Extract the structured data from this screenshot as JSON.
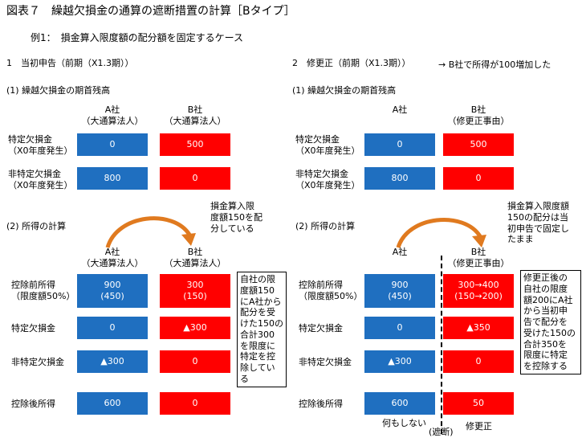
{
  "title": "図表７　繰越欠損金の通算の遮断措置の計算［Bタイプ］",
  "subtitle": "例1：　損金算入限度額の配分額を固定するケース",
  "left": {
    "header": "1　当初申告（前期（X1.3期））",
    "sec1_title": "(1) 繰越欠損金の期首残高",
    "colA": [
      "A社",
      "（大通算法人）"
    ],
    "colB": [
      "B社",
      "（大通算法人）"
    ],
    "row1_label": [
      "特定欠損金",
      "（X0年度発生）"
    ],
    "row2_label": [
      "非特定欠損金",
      "（X0年度発生）"
    ],
    "r1a": "0",
    "r1b": "500",
    "r2a": "800",
    "r2b": "0",
    "sec2_title": "(2) 所得の計算",
    "arrow_note": [
      "損金算入限",
      "度額150を配",
      "分している"
    ],
    "colA2": [
      "A社",
      "（大通算法人）"
    ],
    "colB2": [
      "B社",
      "（大通算法人）"
    ],
    "row3_label": [
      "控除前所得",
      "（限度額50%）"
    ],
    "row4_label": "特定欠損金",
    "row5_label": "非特定欠損金",
    "row6_label": "控除後所得",
    "r3a": [
      "900",
      "(450)"
    ],
    "r3b": [
      "300",
      "(150)"
    ],
    "r4a": "0",
    "r4b": "▲300",
    "r5a": "▲300",
    "r5b": "0",
    "r6a": "600",
    "r6b": "0",
    "note": [
      "自社の限",
      "度額150",
      "にA社から",
      "配分を受",
      "けた150の",
      "合計300",
      "を限度に",
      "特定を控",
      "除している"
    ]
  },
  "right": {
    "header": "2　修更正（前期（X1.3期））",
    "header_note": "→ B社で所得が100増加した",
    "sec1_title": "(1) 繰越欠損金の期首残高",
    "colA": [
      "A社"
    ],
    "colB": [
      "B社",
      "（修更正事由）"
    ],
    "row1_label": [
      "特定欠損金",
      "（X0年度発生）"
    ],
    "row2_label": [
      "非特定欠損金",
      "（X0年度発生）"
    ],
    "r1a": "0",
    "r1b": "500",
    "r2a": "800",
    "r2b": "0",
    "sec2_title": "(2) 所得の計算",
    "arrow_note": [
      "損金算入限度額",
      "150の配分は当",
      "初申告で固定し",
      "たまま"
    ],
    "colA2": [
      "A社"
    ],
    "colB2": [
      "B社",
      "（修更正事由）"
    ],
    "row3_label": [
      "控除前所得",
      "（限度額50%）"
    ],
    "row4_label": "特定欠損金",
    "row5_label": "非特定欠損金",
    "row6_label": "控除後所得",
    "r3a": [
      "900",
      "(450)"
    ],
    "r3b": [
      "300→400",
      "(150→200)"
    ],
    "r4a": "0",
    "r4b": "▲350",
    "r5a": "▲300",
    "r5b": "0",
    "r6a": "600",
    "r6b": "50",
    "note": [
      "修更正後の",
      "自社の限度",
      "額200にA社",
      "から当初申",
      "告で配分を",
      "受けた150の",
      "合計350を",
      "限度に特定",
      "を控除する"
    ],
    "bottom_a": "何もしない",
    "bottom_mid": "(遮断)",
    "bottom_b": "修更正"
  },
  "colors": {
    "blue": "#1f6fc0",
    "red": "#ff0000",
    "arrow": "#e07a1f"
  }
}
